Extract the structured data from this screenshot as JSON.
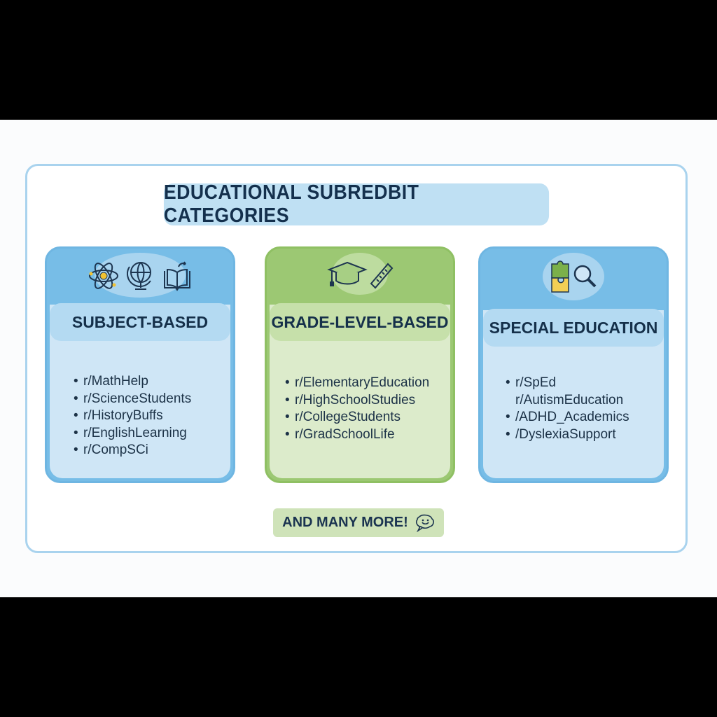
{
  "title": "EDUCATIONAL SUBREDBIT CATEGORIES",
  "cards": [
    {
      "heading": "SUBJECT-BASED",
      "icons": [
        "atom-icon",
        "globe-icon",
        "open-book-icon"
      ],
      "items": [
        {
          "text": "r/MathHelp",
          "bullet": true
        },
        {
          "text": "r/ScienceStudents",
          "bullet": true
        },
        {
          "text": "r/HistoryBuffs",
          "bullet": true
        },
        {
          "text": "r/EnglishLearning",
          "bullet": true
        },
        {
          "text": "r/CompSCi",
          "bullet": true
        }
      ]
    },
    {
      "heading": "GRADE-LEVEL-BASED",
      "icons": [
        "graduation-cap-icon",
        "ruler-icon"
      ],
      "items": [
        {
          "text": "r/ElementaryEducation",
          "bullet": true
        },
        {
          "text": "r/HighSchoolStudies",
          "bullet": true
        },
        {
          "text": "r/CollegeStudents",
          "bullet": true
        },
        {
          "text": "r/GradSchoolLife",
          "bullet": true
        }
      ]
    },
    {
      "heading": "SPECIAL EDUCATION",
      "icons": [
        "puzzle-piece-icon",
        "magnifier-icon"
      ],
      "items": [
        {
          "text": "r/SpEd",
          "bullet": true
        },
        {
          "text": "r/AutismEducation",
          "bullet": false
        },
        {
          "text": "/ADHD_Academics",
          "bullet": true
        },
        {
          "text": "/DyslexiaSupport",
          "bullet": true
        }
      ]
    }
  ],
  "footer": "AND MANY MORE!",
  "colors": {
    "blue_card": "#77bde7",
    "green_card": "#9cc873",
    "title_bg": "#bfe0f3",
    "text": "#15304a"
  }
}
